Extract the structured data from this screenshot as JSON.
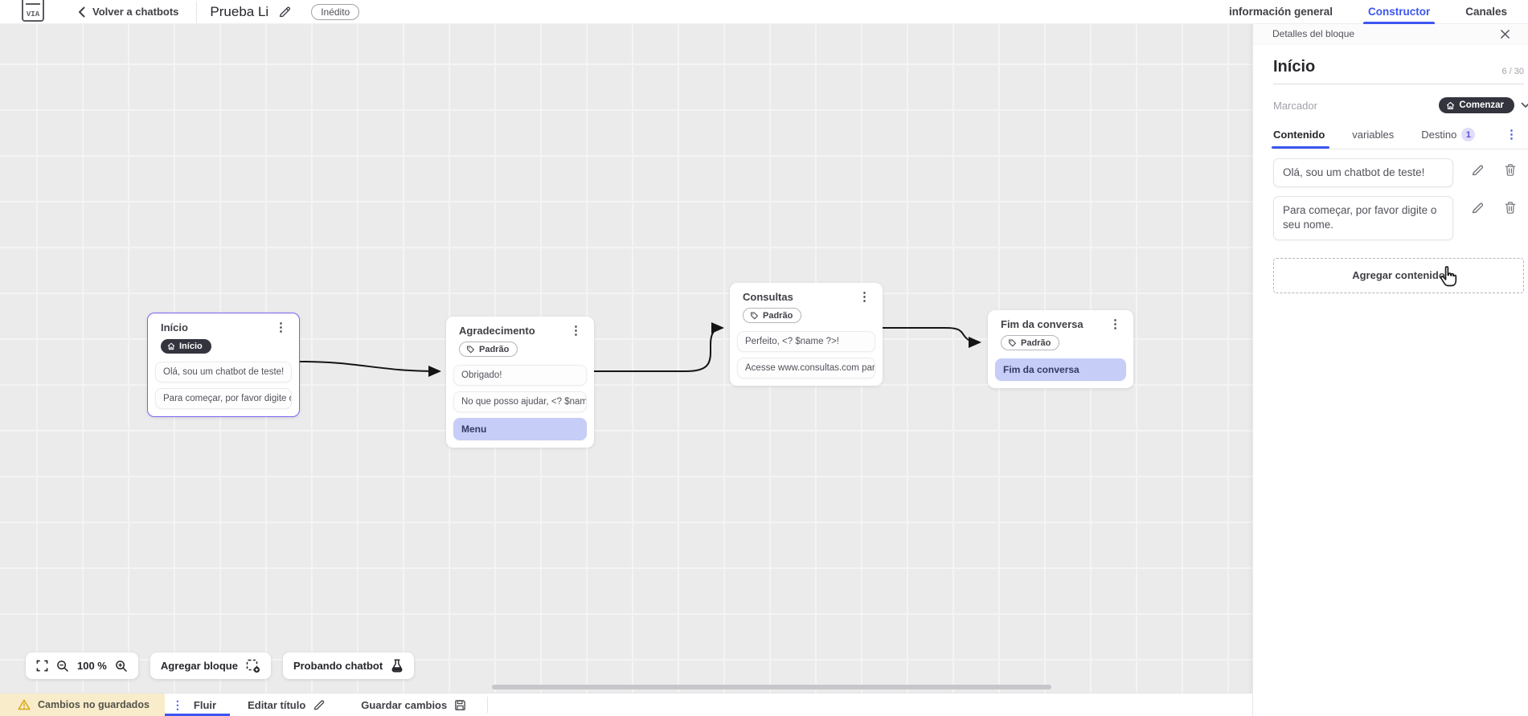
{
  "header": {
    "back_label": "Volver a chatbots",
    "title": "Prueba Li",
    "status_badge": "Inédito",
    "logo_text": "VIA",
    "tabs": [
      {
        "label": "información general"
      },
      {
        "label": "Constructor"
      },
      {
        "label": "Canales"
      }
    ]
  },
  "panel": {
    "header_title": "Detalles del bloque",
    "block_name": "Início",
    "char_counter": "6 / 30",
    "marker_label": "Marcador",
    "marker_value": "Comenzar",
    "tabs": [
      {
        "label": "Contenido"
      },
      {
        "label": "variables"
      },
      {
        "label": "Destino",
        "badge": "1"
      }
    ],
    "contents": [
      "Olá, sou um chatbot de teste!",
      "Para começar, por favor digite o seu nome."
    ],
    "add_content_label": "Agregar contenido"
  },
  "canvas": {
    "zoom_level": "100 %",
    "add_block_label": "Agregar bloque",
    "test_chatbot_label": "Probando chatbot",
    "nodes": [
      {
        "title": "Início",
        "badge": "Início",
        "items": [
          {
            "text": "Olá, sou um chatbot de teste!"
          },
          {
            "text": "Para começar, por favor digite o ..."
          }
        ]
      },
      {
        "title": "Agradecimento",
        "badge": "Padrão",
        "items": [
          {
            "text": "Obrigado!"
          },
          {
            "text": "No que posso ajudar, <? $name ..."
          },
          {
            "text": "Menu"
          }
        ]
      },
      {
        "title": "Consultas",
        "badge": "Padrão",
        "items": [
          {
            "text": "Perfeito, <? $name ?>!"
          },
          {
            "text": "Acesse www.consultas.com par..."
          }
        ]
      },
      {
        "title": "Fim da conversa",
        "badge": "Padrão",
        "items": [
          {
            "text": "Fim da conversa"
          }
        ]
      }
    ]
  },
  "footer": {
    "unsaved_label": "Cambios no guardados",
    "flow_tab_label": "Fluir",
    "edit_title_label": "Editar título",
    "save_label": "Guardar cambios"
  },
  "colors": {
    "accent": "#3d56f0",
    "selected_node_border": "#7b64f3",
    "connector_item_bg": "#c6cdf7",
    "dark_pill_bg": "#34343e",
    "unsaved_bg": "#f8ecca",
    "canvas_bg": "#ebebeb"
  }
}
